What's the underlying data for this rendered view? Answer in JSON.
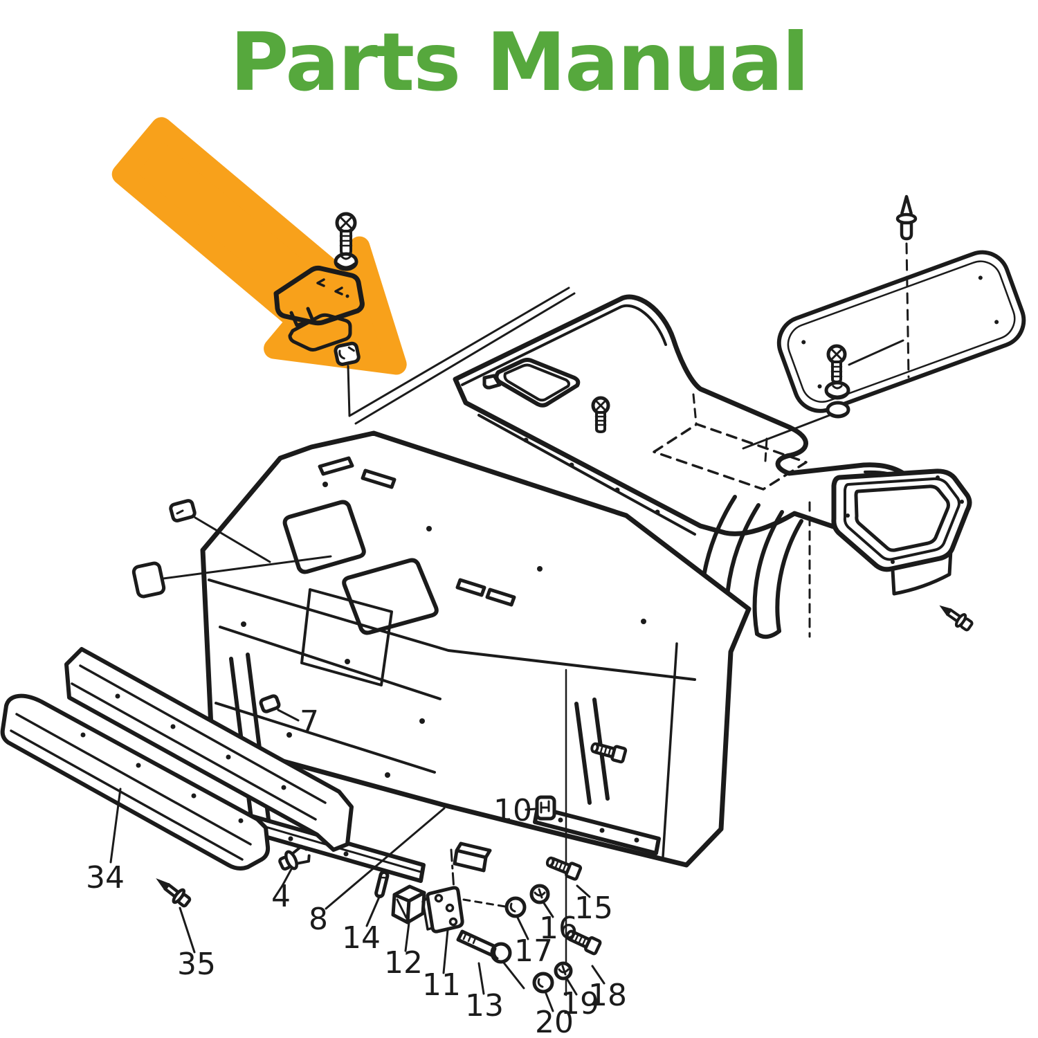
{
  "title": "Parts Manual",
  "colors": {
    "title_green": "#56a83d",
    "highlight_orange": "#f8a11b",
    "line": "#1b1b1b",
    "background": "#ffffff"
  },
  "labels": {
    "n4": "4",
    "n7": "7",
    "n8": "8",
    "n10": "10",
    "n11": "11",
    "n12": "12",
    "n13": "13",
    "n14": "14",
    "n15": "15",
    "n16": "16",
    "n17": "17",
    "n18": "18",
    "n19": "19",
    "n20": "20",
    "n34": "34",
    "n35": "35"
  }
}
